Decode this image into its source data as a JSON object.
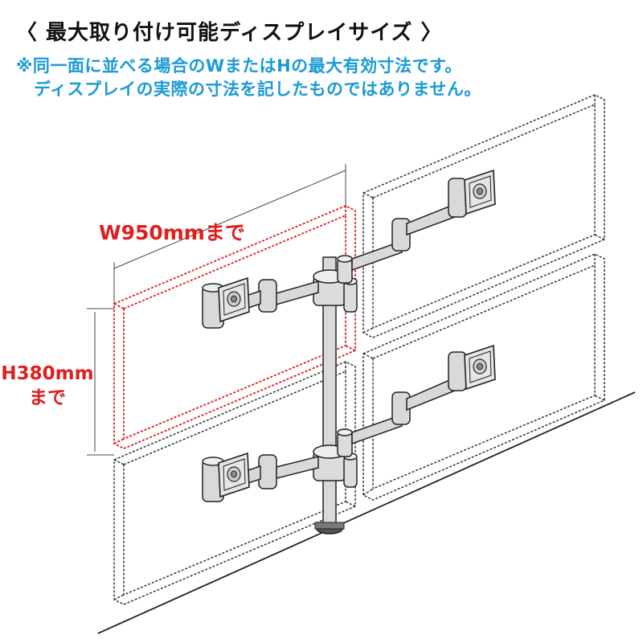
{
  "heading": "〈 最大取り付け可能ディスプレイサイズ 〉",
  "note_line1": "※同一面に並べる場合のWまたはHの最大有効寸法です。",
  "note_line2": "ディスプレイの実際の寸法を記したものではありません。",
  "width_label": "W950mmまで",
  "height_label_line1": "H380mm",
  "height_label_line2": "まで",
  "colors": {
    "heading": "#111111",
    "note": "#1a9ad6",
    "dimension": "#e01e1e",
    "outline": "#333333",
    "arm": "#d9d9d9"
  }
}
